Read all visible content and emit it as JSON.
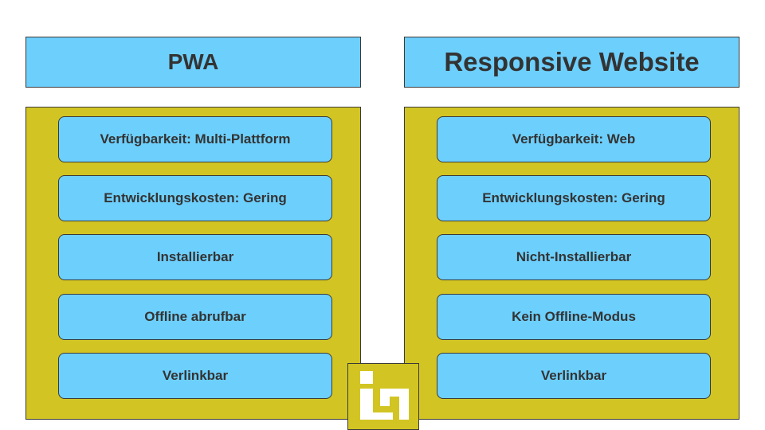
{
  "columns": [
    {
      "title": "PWA",
      "items": [
        "Verfügbarkeit: Multi-Plattform",
        "Entwicklungskosten: Gering",
        "Installierbar",
        "Offline abrufbar",
        "Verlinkbar"
      ]
    },
    {
      "title": "Responsive Website",
      "items": [
        "Verfügbarkeit: Web",
        "Entwicklungskosten: Gering",
        "Nicht-Installierbar",
        "Kein Offline-Modus",
        "Verlinkbar"
      ]
    }
  ],
  "logo": {
    "icon": "in-logo-icon"
  },
  "colors": {
    "header_bg": "#6dcffc",
    "item_bg": "#6dcffc",
    "panel_bg": "#d2c523",
    "text": "#333333",
    "border": "#3a3a3a"
  }
}
